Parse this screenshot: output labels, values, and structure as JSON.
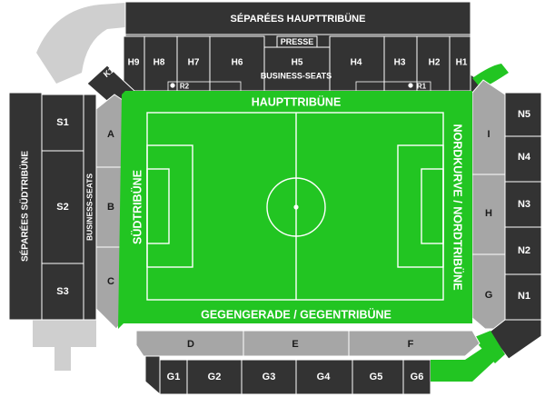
{
  "stands": {
    "main": {
      "name": "HAUPTTRIBÜNE",
      "separees": "SÉPARÉES HAUPTTRIBÜNE",
      "business": "BUSINESS-SEATS",
      "press": "PRESSE",
      "blocks": [
        "H9",
        "H8",
        "H7",
        "H6",
        "H5",
        "H4",
        "H3",
        "H2",
        "H1"
      ],
      "corner": "K1",
      "wheelchair": [
        "R2",
        "R1"
      ]
    },
    "south": {
      "name": "SÜDTRIBÜNE",
      "separees": "SÉPARÉES SÜDTRIBÜNE",
      "business": "BUSINESS-SEATS",
      "outer_blocks": [
        "S1",
        "S2",
        "S3"
      ],
      "inner_blocks": [
        "A",
        "B",
        "C"
      ]
    },
    "north": {
      "name": "NORDKURVE / NORDTRIBÜNE",
      "outer_blocks": [
        "N5",
        "N4",
        "N3",
        "N2",
        "N1"
      ],
      "inner_blocks": [
        "I",
        "H",
        "G"
      ]
    },
    "opposite": {
      "name": "GEGENGERADE / GEGENTRIBÜNE",
      "inner_blocks": [
        "D",
        "E",
        "F"
      ],
      "outer_blocks": [
        "G1",
        "G2",
        "G3",
        "G4",
        "G5",
        "G6"
      ]
    }
  },
  "colors": {
    "pitch": "#22c522",
    "stand_dark": "#333333",
    "stand_light": "#a6a6a6",
    "surround": "#cfcfcf",
    "lines": "#ffffff"
  },
  "icons": [
    "wheelchair-icon"
  ]
}
